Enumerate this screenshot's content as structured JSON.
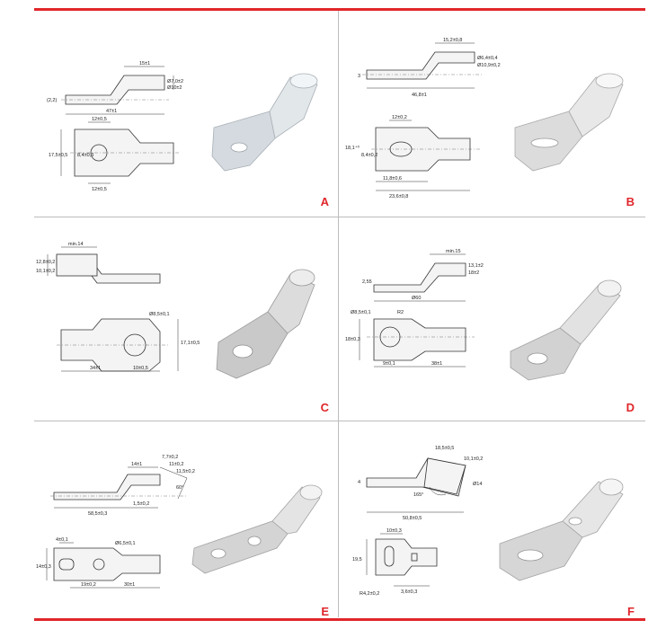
{
  "panels": [
    {
      "letter": "A",
      "side": [
        "15±1",
        "(2,2)",
        "Ø7,0±2",
        "Ø10±2",
        "47±1"
      ],
      "top": [
        "12±0,5",
        "17,5±0,5",
        "8,4±0,3",
        "12±0,5"
      ]
    },
    {
      "letter": "B",
      "side": [
        "15,2±0,8",
        "3",
        "Ø6,4±0,4",
        "Ø10,9±0,2",
        "46,8±1"
      ],
      "top": [
        "12±0,2",
        "18,1⁺⁰",
        "8,4±0,2",
        "11,8±0,6",
        "23,6±0,8"
      ]
    },
    {
      "letter": "C",
      "side": [
        "min.14",
        "12,8±0,2",
        "10,1±0,2"
      ],
      "top": [
        "Ø8,5±0,1",
        "17,1±0,5",
        "34±1",
        "10±0,5"
      ]
    },
    {
      "letter": "D",
      "side": [
        "min.15",
        "2,55",
        "13,1±2",
        "18±2",
        "Ø60"
      ],
      "top": [
        "Ø8,5±0,1",
        "R2",
        "18±0,3",
        "9±0,1",
        "38±1"
      ]
    },
    {
      "letter": "E",
      "side": [
        "14±1",
        "7,7±0,2",
        "11±0,2",
        "11,5±0,2",
        "60°",
        "58,5±0,3",
        "1,5±0,2"
      ],
      "top": [
        "4±0,1",
        "14±0,3",
        "Ø6,5±0,1",
        "19±0,2",
        "30±1"
      ]
    },
    {
      "letter": "F",
      "side": [
        "18,5±0,5",
        "10,1±0,2",
        "Ø14",
        "4",
        "165°",
        "50,8±0,5"
      ],
      "top": [
        "10±0,3",
        "19,5",
        "R4,2±0,2",
        "3,6±0,3"
      ]
    }
  ]
}
